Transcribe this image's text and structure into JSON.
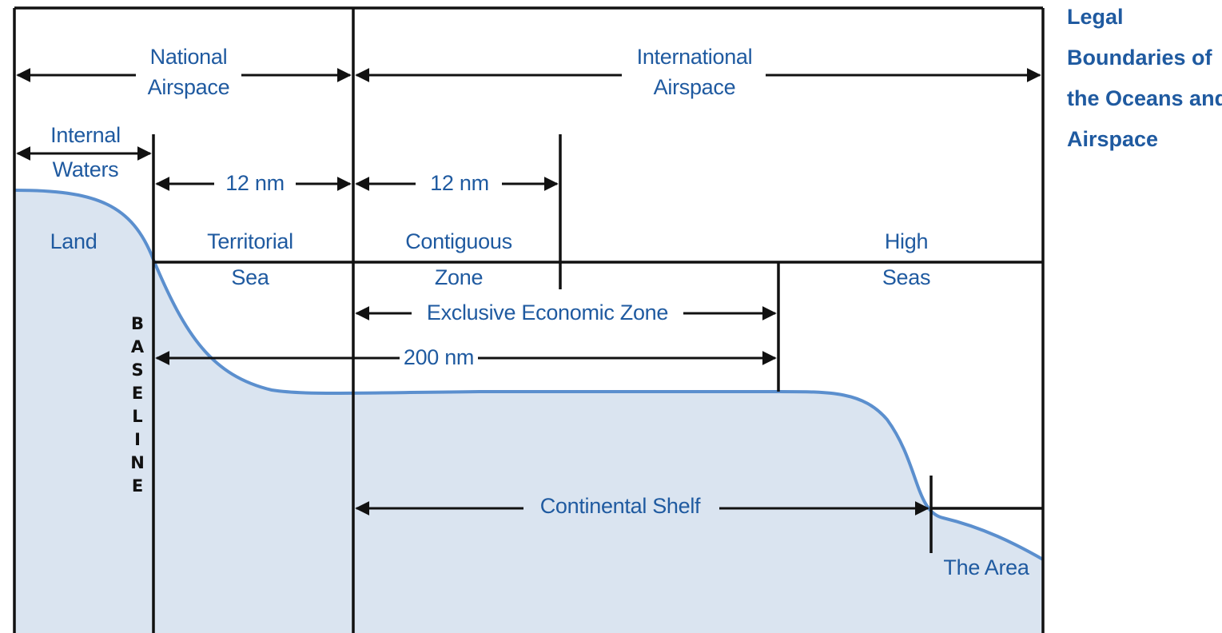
{
  "title": {
    "lines": [
      "Legal",
      "Boundaries of",
      "the Oceans and",
      "Airspace"
    ]
  },
  "labels": {
    "national_airspace": [
      "National",
      "Airspace"
    ],
    "international_airspace": [
      "International",
      "Airspace"
    ],
    "internal_waters": [
      "Internal",
      "Waters"
    ],
    "land": "Land",
    "territorial_sea": [
      "Territorial",
      "Sea"
    ],
    "contiguous_zone": [
      "Contiguous",
      "Zone"
    ],
    "high_seas": [
      "High",
      "Seas"
    ],
    "twelve_nm_1": "12 nm",
    "twelve_nm_2": "12 nm",
    "eez": "Exclusive Economic Zone",
    "two_hundred_nm": "200 nm",
    "continental_shelf": "Continental Shelf",
    "the_area": "The Area",
    "baseline": [
      "B",
      "A",
      "S",
      "E",
      "L",
      "I",
      "N",
      "E"
    ]
  },
  "colors": {
    "label_text": "#1f5aa0",
    "seabed_line": "#5b8fce",
    "seabed_fill": "#dae4f0",
    "lines": "#111111"
  }
}
